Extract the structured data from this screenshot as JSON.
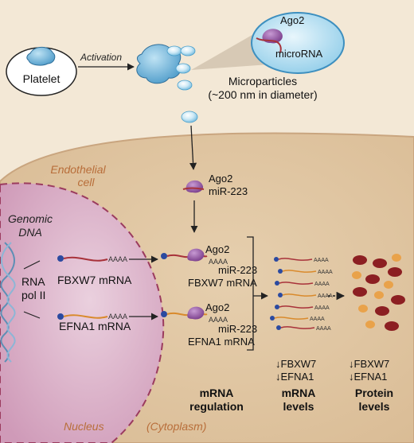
{
  "platelet": {
    "label": "Platelet"
  },
  "activation": {
    "label": "Activation"
  },
  "inset": {
    "protein": "Ago2",
    "rna": "microRNA"
  },
  "microparticles": {
    "line1": "Microparticles",
    "line2": "(~200 nm in diameter)"
  },
  "endothelial": {
    "line1": "Endothelial",
    "line2": "cell"
  },
  "complex_top": {
    "protein": "Ago2",
    "mirna": "miR-223"
  },
  "genomic": {
    "line1": "Genomic",
    "line2": "DNA"
  },
  "polymerase": {
    "line1": "RNA",
    "line2": "pol II"
  },
  "polya": "AAAA",
  "mrna1": {
    "label": "FBXW7 mRNA"
  },
  "mrna2": {
    "label": "EFNA1 mRNA"
  },
  "bound1": {
    "protein": "Ago2",
    "mirna": "miR-223",
    "target": "FBXW7 mRNA"
  },
  "bound2": {
    "protein": "Ago2",
    "mirna": "miR-223",
    "target": "EFNA1 mRNA"
  },
  "down_mrna": {
    "line1": "↓FBXW7",
    "line2": "↓EFNA1"
  },
  "down_protein": {
    "line1": "↓FBXW7",
    "line2": "↓EFNA1"
  },
  "sections": {
    "regulation": {
      "line1": "mRNA",
      "line2": "regulation"
    },
    "mrna_levels": {
      "line1": "mRNA",
      "line2": "levels"
    },
    "protein_levels": {
      "line1": "Protein",
      "line2": "levels"
    }
  },
  "nucleus": {
    "label": "Nucleus"
  },
  "cytoplasm": {
    "label": "(Cytoplasm)"
  },
  "colors": {
    "background": "#f3e8d6",
    "cell": "#e2c9a7",
    "nucleus": "#e0b9cf",
    "label_orange": "#b86e3a",
    "mrna_red": "#a8323a",
    "mrna_orange": "#d98a2c",
    "protein_dark": "#8c1f22",
    "protein_light": "#e9a24a",
    "platelet_blue": "#6fb8dd",
    "ago2_purple": "#8a4a9b"
  }
}
